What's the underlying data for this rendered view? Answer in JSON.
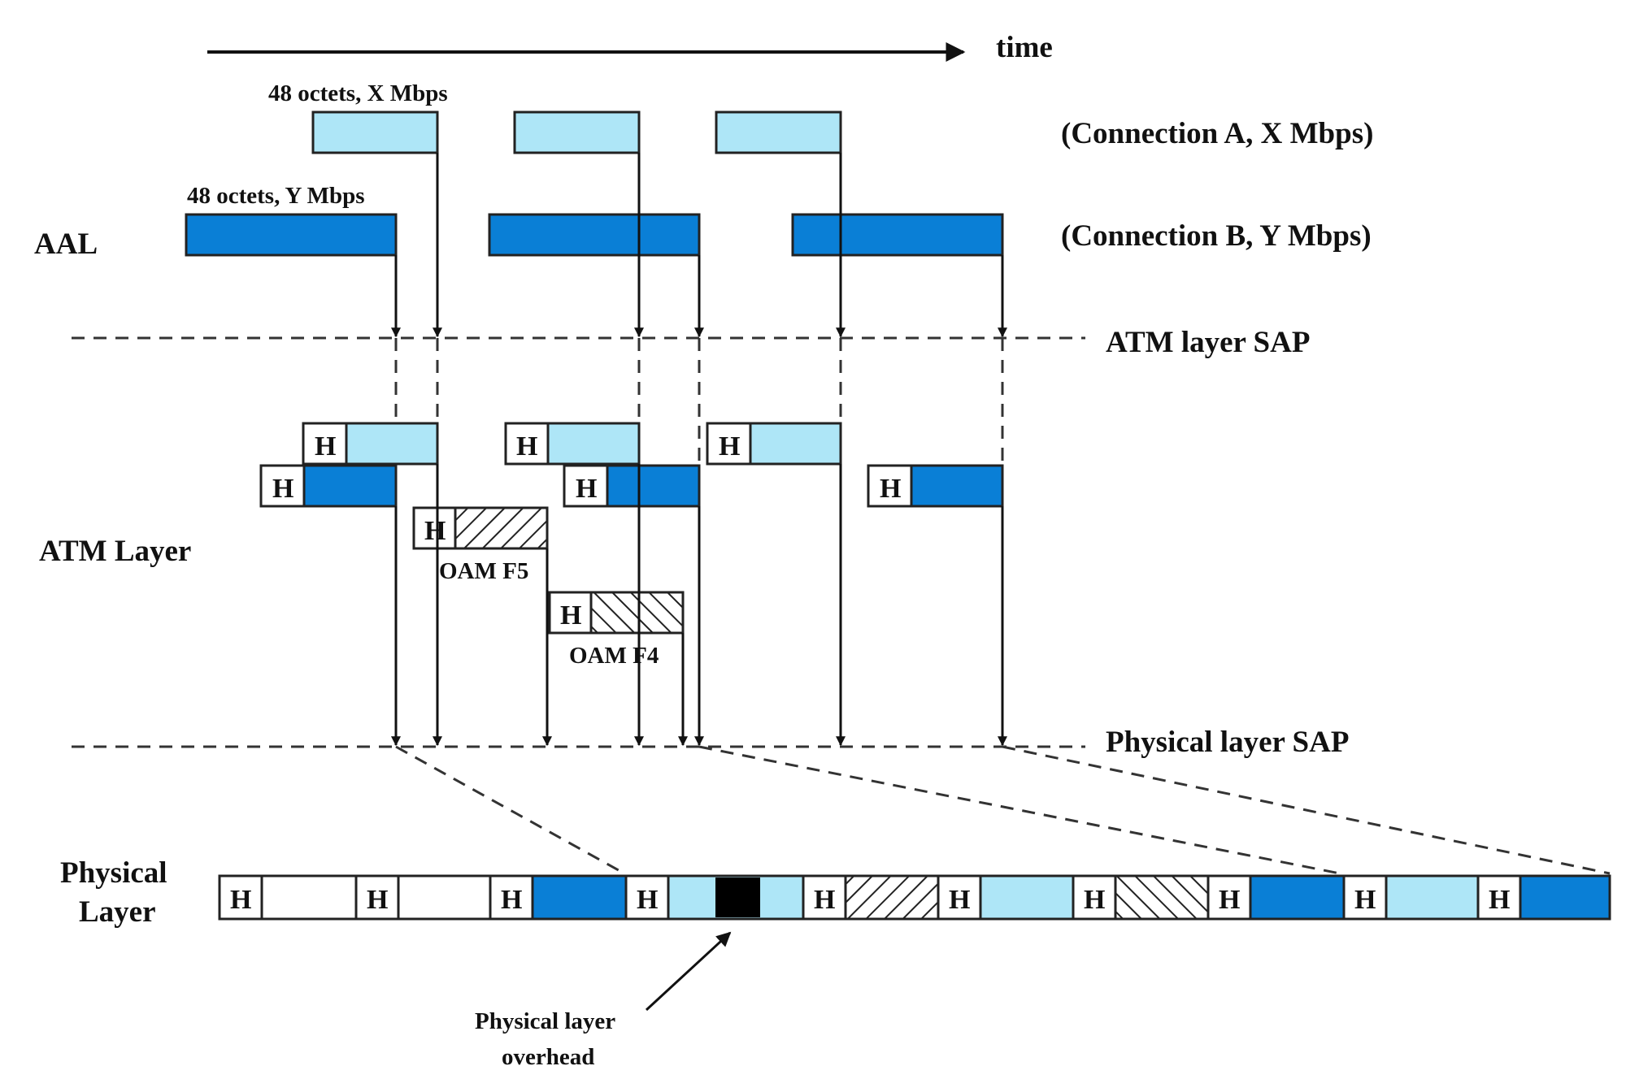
{
  "time_label": "time",
  "layers": {
    "aal": "AAL",
    "atm": "ATM Layer",
    "physical_line1": "Physical",
    "physical_line2": "Layer"
  },
  "sap": {
    "atm": "ATM layer SAP",
    "physical": "Physical layer SAP"
  },
  "connections": {
    "a_label": "(Connection A, X Mbps)",
    "b_label": "(Connection B, Y Mbps)",
    "a_cell_label": "48 octets, X Mbps",
    "b_cell_label": "48 octets, Y Mbps"
  },
  "header_letter": "H",
  "oam": {
    "f5": "OAM F5",
    "f4": "OAM F4"
  },
  "overhead": {
    "line1": "Physical layer",
    "line2": "overhead"
  },
  "colors": {
    "connection_a": "#aee6f7",
    "connection_b": "#0a7fd6",
    "overhead": "#000000",
    "header": "#ffffff"
  }
}
